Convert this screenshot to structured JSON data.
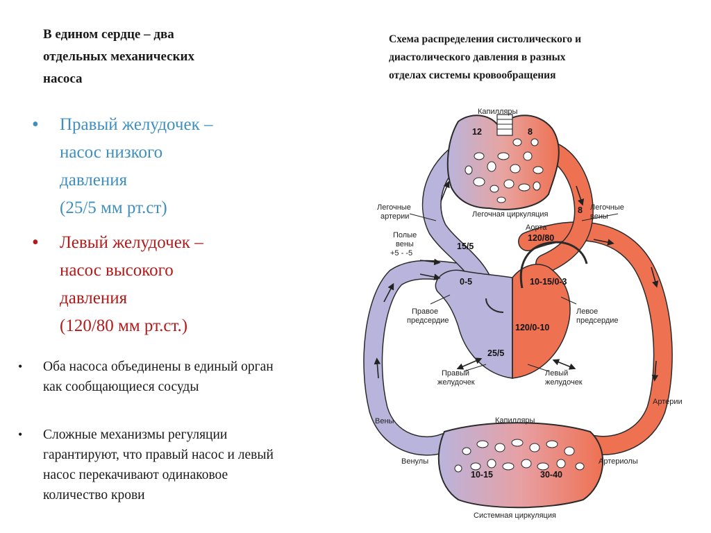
{
  "title_lines": [
    "В едином сердце – два",
    "отдельных механических",
    "насоса"
  ],
  "bullets_main": [
    {
      "color": "#3e8fbf",
      "lines": [
        "Правый желудочек –",
        "насос низкого",
        "давления",
        "(25/5 мм рт.ст)"
      ]
    },
    {
      "color": "#b31b1b",
      "lines": [
        "Левый желудочек –",
        "насос высокого",
        "давления",
        "(120/80 мм рт.ст.)"
      ]
    }
  ],
  "bullets_small": [
    {
      "lines": [
        "Оба насоса объединены в единый орган",
        "как сообщающиеся сосуды"
      ]
    },
    {
      "lines": [
        "Сложные механизмы регуляции",
        "гарантируют, что правый насос и левый",
        "насос перекачивают одинаковое",
        "количество крови"
      ]
    }
  ],
  "diagram": {
    "title_lines": [
      "Схема распределения систолического и",
      "диастолического давления в разных",
      "отделах системы кровообращения"
    ],
    "labels": {
      "capillaries_top": "Капилляры",
      "pulmonary_arteries_1": "Легочные",
      "pulmonary_arteries_2": "артерии",
      "pulmonary_veins_1": "Легочные",
      "pulmonary_veins_2": "вены",
      "pulmonary_circulation": "Легочная циркуляция",
      "vena_cava_1": "Полые",
      "vena_cava_2": "вены",
      "vena_cava_pressure": "+5 - -5",
      "aorta": "Аорта",
      "right_atrium_1": "Правое",
      "right_atrium_2": "предсердие",
      "left_atrium_1": "Левое",
      "left_atrium_2": "предсердие",
      "right_ventricle_1": "Правый",
      "right_ventricle_2": "желудочек",
      "left_ventricle_1": "Левый",
      "left_ventricle_2": "желудочек",
      "arteries": "Артерии",
      "veins": "Вены",
      "capillaries_bottom": "Капилляры",
      "venules": "Венулы",
      "arterioles": "Артериолы",
      "systemic_circulation": "Системная циркуляция"
    },
    "values": {
      "pulm_cap_left": "12",
      "pulm_cap_right": "8",
      "pulm_vein": "8",
      "pulm_artery": "15/5",
      "aorta": "120/80",
      "right_atrium": "0-5",
      "left_atrium": "10-15/0-3",
      "left_ventricle": "120/0-10",
      "right_ventricle": "25/5",
      "venules": "10-15",
      "arterioles": "30-40"
    },
    "colors": {
      "venous": "#b9b4dc",
      "arterial": "#ee7152",
      "outline": "#2a2a2a"
    }
  }
}
